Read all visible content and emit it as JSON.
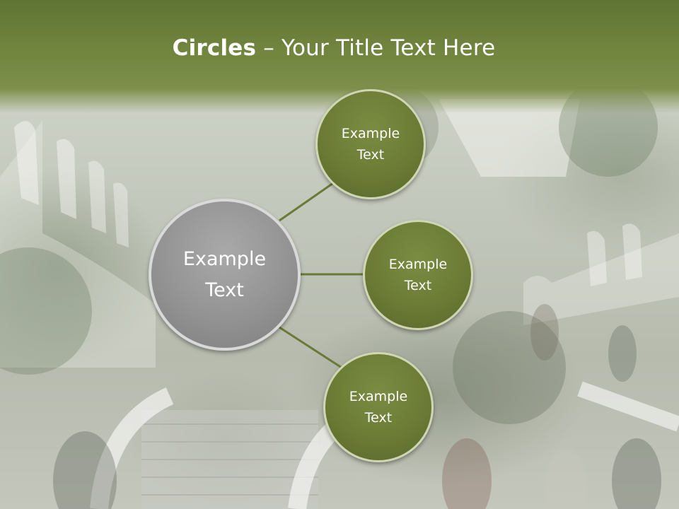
{
  "slide": {
    "title_bold": "Circles",
    "title_rest": " – Your Title Text Here",
    "main_circle": {
      "label": "Example\nText"
    },
    "satellites": [
      {
        "label": "Example\nText"
      },
      {
        "label": "Example\nText"
      },
      {
        "label": "Example\nText"
      }
    ]
  },
  "colors": {
    "header": "#6f833d",
    "satellite_fill": "#6a7a34",
    "main_fill": "#939393",
    "connector": "#6a7a34"
  }
}
